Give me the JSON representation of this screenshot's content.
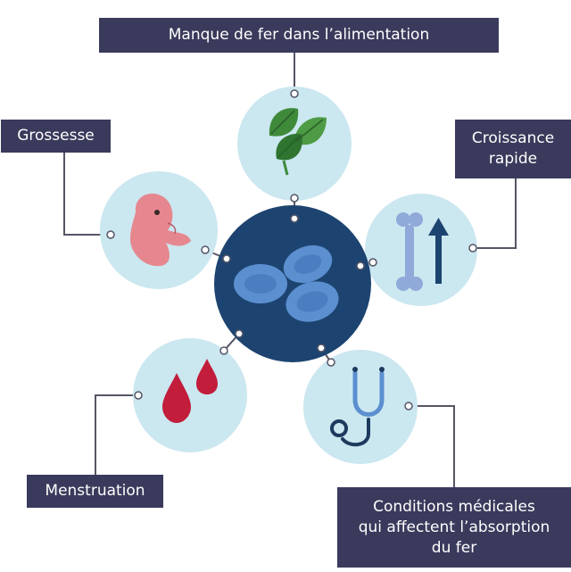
{
  "labels": {
    "top": "Manque de fer dans l’alimentation",
    "left": "Grossesse",
    "right_line1": "Croissance",
    "right_line2": "rapide",
    "bottom_left": "Menstruation",
    "bottom_right_line1": "Conditions médicales",
    "bottom_right_line2": "qui affectent l’absorption",
    "bottom_right_line3": "du fer"
  },
  "colors": {
    "label_bg": "#3a3a5c",
    "bubble": "#cbe7f0",
    "center": "#1d4470",
    "connector": "#555566",
    "blood_cell": "#5b8fd0",
    "blood_drop": "#c21d3a",
    "fetus": "#e6878f",
    "bone": "#8fa9d8",
    "arrow": "#1d4470",
    "leaf": "#3e8a3a"
  },
  "icons": [
    "spinach-icon",
    "fetus-icon",
    "bone-growth-icon",
    "blood-drops-icon",
    "stethoscope-icon",
    "red-blood-cells-icon"
  ]
}
